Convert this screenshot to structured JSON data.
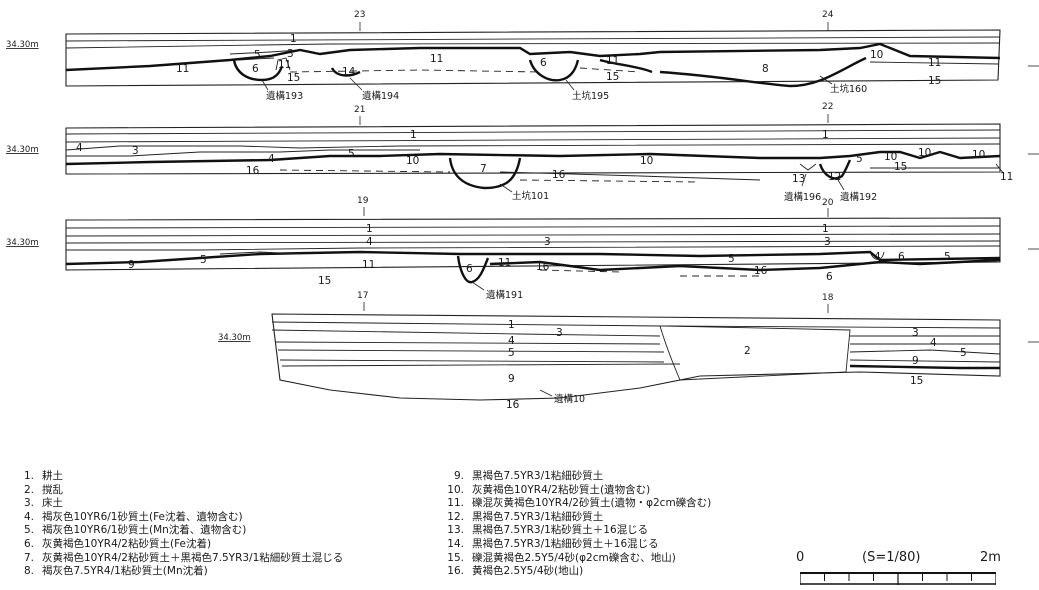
{
  "profiles": [
    {
      "id": "profile-a",
      "elevation": "34.30m",
      "points": [
        "23",
        "24"
      ],
      "layer_labels": [
        "1",
        "5",
        "3",
        "11",
        "11",
        "6",
        "15",
        "14",
        "11",
        "6",
        "11",
        "15",
        "8",
        "10",
        "11",
        "15"
      ],
      "features": [
        "遺構193",
        "遺構194",
        "土坑195",
        "土坑160"
      ]
    },
    {
      "id": "profile-b",
      "elevation": "34.30m",
      "points": [
        "21",
        "22"
      ],
      "layer_labels": [
        "4",
        "3",
        "1",
        "1",
        "4",
        "5",
        "10",
        "16",
        "7",
        "16",
        "10",
        "5",
        "10",
        "10",
        "10",
        "15",
        "13",
        "12",
        "11"
      ],
      "features": [
        "土坑101",
        "遺構196",
        "遺構192"
      ]
    },
    {
      "id": "profile-c",
      "elevation": "34.30m",
      "points": [
        "19",
        "20"
      ],
      "layer_labels": [
        "1",
        "1",
        "4",
        "3",
        "3",
        "9",
        "5",
        "11",
        "15",
        "6",
        "11",
        "16",
        "5",
        "16",
        "6",
        "4",
        "6",
        "5"
      ],
      "features": [
        "遺構191"
      ]
    },
    {
      "id": "profile-d",
      "elevation": "34.30m",
      "points": [
        "17",
        "18"
      ],
      "layer_labels": [
        "1",
        "3",
        "4",
        "5",
        "2",
        "3",
        "4",
        "5",
        "9",
        "15",
        "9",
        "16"
      ],
      "features": [
        "遺構10"
      ]
    }
  ],
  "legend": [
    {
      "num": "1.",
      "text": "耕土"
    },
    {
      "num": "2.",
      "text": "撹乱"
    },
    {
      "num": "3.",
      "text": "床土"
    },
    {
      "num": "4.",
      "text": "褐灰色10YR6/1砂質土(Fe沈着、遺物含む)"
    },
    {
      "num": "5.",
      "text": "褐灰色10YR6/1砂質土(Mn沈着、遺物含む)"
    },
    {
      "num": "6.",
      "text": "灰黄褐色10YR4/2粘砂質土(Fe沈着)"
    },
    {
      "num": "7.",
      "text": "灰黄褐色10YR4/2粘砂質土＋黒褐色7.5YR3/1粘細砂質土混じる"
    },
    {
      "num": "8.",
      "text": "褐灰色7.5YR4/1粘砂質土(Mn沈着)"
    },
    {
      "num": "9.",
      "text": "黒褐色7.5YR3/1粘細砂質土"
    },
    {
      "num": "10.",
      "text": "灰黄褐色10YR4/2粘砂質土(遺物含む)"
    },
    {
      "num": "11.",
      "text": "礫混灰黄褐色10YR4/2砂質土(遺物・φ2cm礫含む)"
    },
    {
      "num": "12.",
      "text": "黒褐色7.5YR3/1粘細砂質土"
    },
    {
      "num": "13.",
      "text": "黒褐色7.5YR3/1粘砂質土＋16混じる"
    },
    {
      "num": "14.",
      "text": "黒褐色7.5YR3/1粘細砂質土＋16混じる"
    },
    {
      "num": "15.",
      "text": "礫混黄褐色2.5Y5/4砂(φ2cm礫含む、地山)"
    },
    {
      "num": "16.",
      "text": "黄褐色2.5Y5/4砂(地山)"
    }
  ],
  "scale": {
    "start": "0",
    "ratio": "(S=1/80)",
    "end": "2m"
  }
}
